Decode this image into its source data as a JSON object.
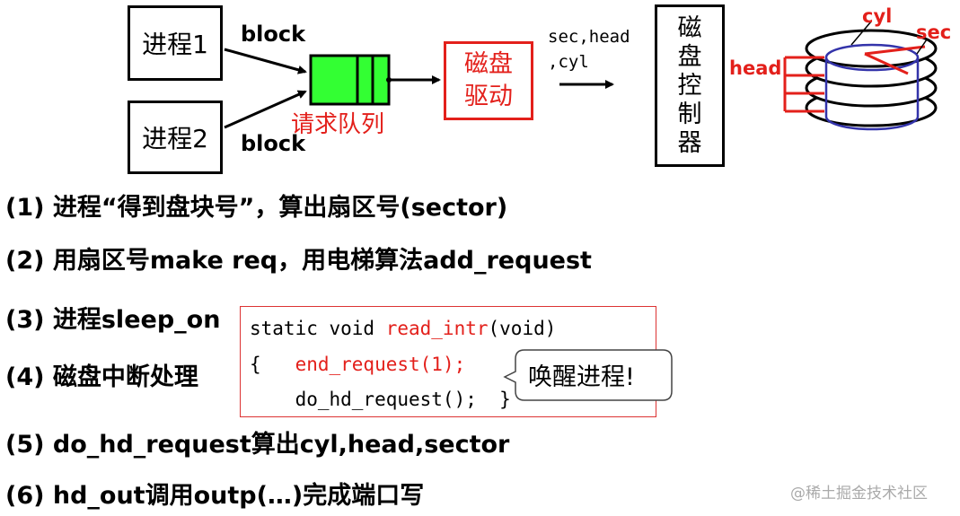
{
  "diagram": {
    "process1": "进程1",
    "process2": "进程2",
    "block_top": "block",
    "block_bottom": "block",
    "queue_label": "请求队列",
    "driver_line1": "磁盘",
    "driver_line2": "驱动",
    "params_line1": "sec,head",
    "params_line2": ",cyl",
    "controller": [
      "磁",
      "盘",
      "控",
      "制",
      "器"
    ],
    "disk_cyl": "cyl",
    "disk_sec": "sec",
    "disk_head": "head"
  },
  "steps": [
    "(1) 进程“得到盘块号”，算出扇区号(sector)",
    "(2) 用扇区号make req，用电梯算法add_request",
    "(3) 进程sleep_on",
    "(4) 磁盘中断处理",
    "(5) do_hd_request算出cyl,head,sector",
    "(6) hd_out调用outp(…)完成端口写"
  ],
  "code": {
    "line1_a": "static void ",
    "line1_b": "read_intr",
    "line1_c": "(void)",
    "line2_a": "{   ",
    "line2_b": "end_request(1);",
    "line3": "    do_hd_request();  }"
  },
  "callout": "唤醒进程!",
  "watermark": "@稀土掘金技术社区",
  "colors": {
    "accent_red": "#e3201b",
    "queue_green": "#33ff33",
    "disk_blue": "#3333aa"
  }
}
